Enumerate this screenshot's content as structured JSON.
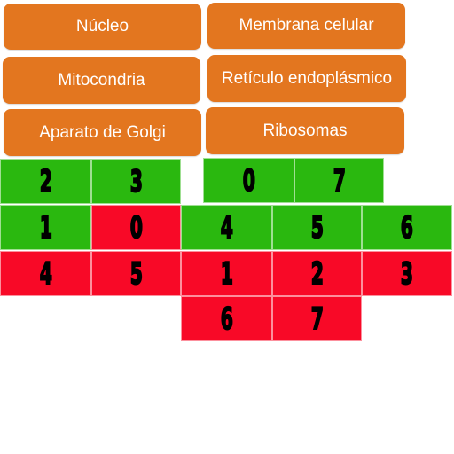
{
  "buttons": [
    {
      "label": "Núcleo"
    },
    {
      "label": "Membrana celular"
    },
    {
      "label": "Mitocondria"
    },
    {
      "label": "Retículo endoplásmico"
    },
    {
      "label": "Aparato de Golgi"
    },
    {
      "label": "Ribosomas"
    }
  ],
  "colors": {
    "button": "#e3761f",
    "green": "#2ab80f",
    "red": "#f80927"
  },
  "grid": {
    "green_row_1_left": [
      "2",
      "3"
    ],
    "green_row_1_right": [
      "0",
      "7"
    ],
    "row_2": [
      {
        "digit": "1",
        "color": "green"
      },
      {
        "digit": "0",
        "color": "red"
      },
      {
        "digit": "4",
        "color": "green"
      },
      {
        "digit": "5",
        "color": "green"
      },
      {
        "digit": "6",
        "color": "green"
      }
    ],
    "row_3": [
      "4",
      "5",
      "1",
      "2",
      "3"
    ],
    "row_4": [
      "6",
      "7"
    ]
  }
}
